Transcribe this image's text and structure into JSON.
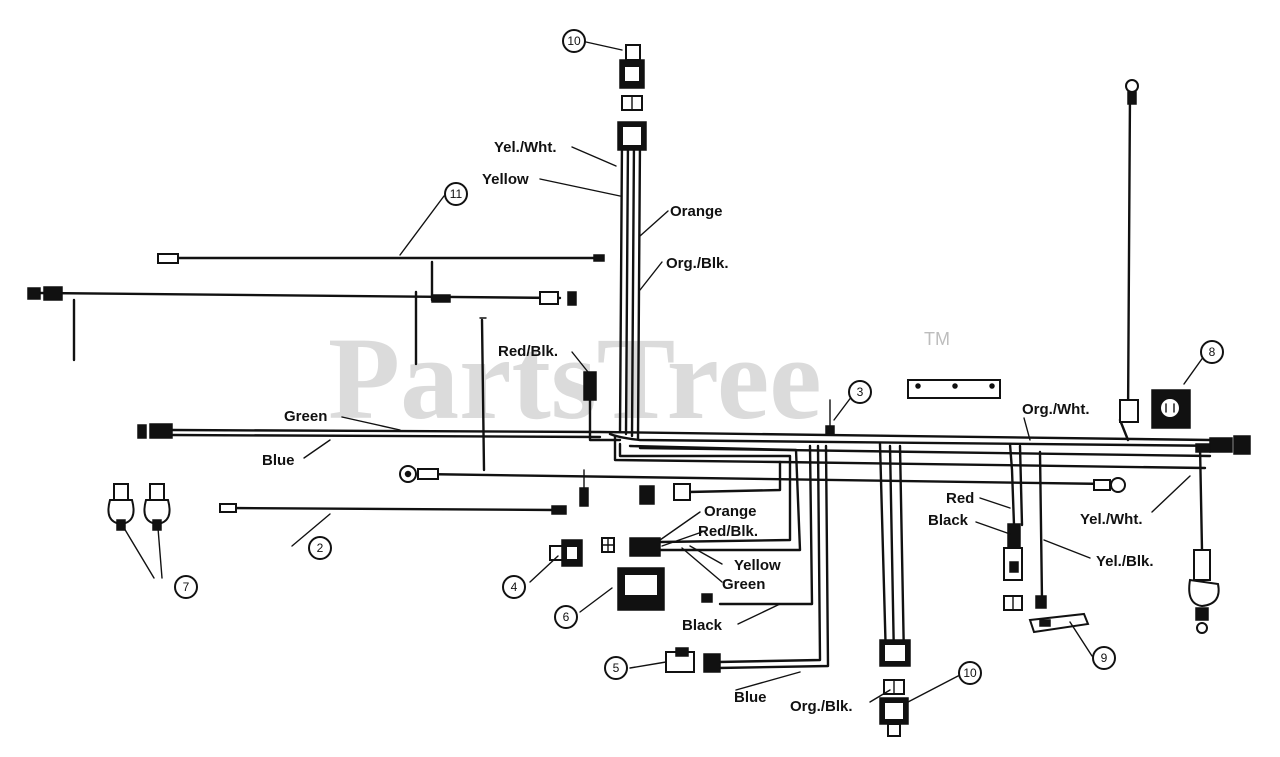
{
  "watermark": {
    "text": "PartsTree",
    "trademark": "TM"
  },
  "labels": {
    "yel_wht_top": "Yel./Wht.",
    "yellow_top": "Yellow",
    "orange_top": "Orange",
    "org_blk_top": "Org./Blk.",
    "red_blk_left": "Red/Blk.",
    "green_left": "Green",
    "blue_left": "Blue",
    "org_wht_right": "Org./Wht.",
    "orange_mid": "Orange",
    "red_blk_mid": "Red/Blk.",
    "yellow_mid": "Yellow",
    "green_mid": "Green",
    "black_mid": "Black",
    "blue_bottom": "Blue",
    "org_blk_bottom": "Org./Blk.",
    "red_right": "Red",
    "black_right": "Black",
    "yel_wht_right": "Yel./Wht.",
    "yel_blk_right": "Yel./Blk."
  },
  "callouts": {
    "c10_top": "10",
    "c11": "11",
    "c3": "3",
    "c8_right": "8",
    "c2": "2",
    "c7": "7",
    "c4": "4",
    "c6": "6",
    "c5": "5",
    "c10_bottom": "10",
    "c9": "9"
  }
}
